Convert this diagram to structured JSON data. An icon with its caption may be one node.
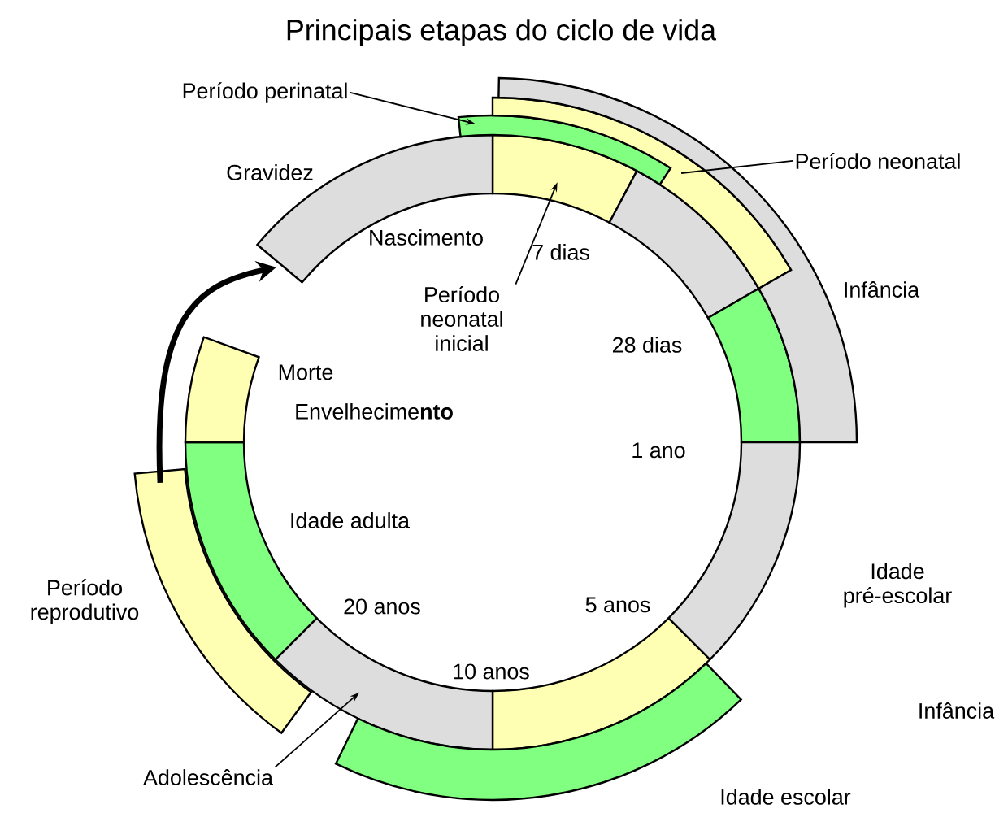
{
  "diagram": {
    "title": "Principais etapas do ciclo de vida",
    "nodes": [
      {
        "text": [],
        "shape": "band"
      },
      {
        "text": [],
        "shape": "band"
      },
      {
        "text": [],
        "shape": "band"
      },
      {
        "text": [],
        "shape": "band",
        "beside": [
          "Idade pré-escolar"
        ]
      },
      {
        "text": [],
        "shape": "band"
      },
      {
        "text": [],
        "shape": "band"
      },
      {
        "text": [],
        "shape": "band",
        "beside": [
          "Idade adulta"
        ]
      },
      {
        "text": [],
        "shape": "band"
      },
      {
        "text": [],
        "shape": "band",
        "beside": [
          "Gravidez"
        ]
      },
      {
        "text": [],
        "shape": "band"
      },
      {
        "text": [],
        "shape": "band"
      },
      {
        "text": [],
        "shape": "band",
        "beside": [
          "Infância"
        ]
      },
      {
        "text": [],
        "shape": "band",
        "beside": [
          "Idade escolar"
        ]
      },
      {
        "text": [],
        "shape": "band",
        "beside": [
          "Período reprodutivo"
        ]
      },
      {
        "text": [
          "Período perinatal"
        ]
      },
      {
        "text": [
          "Período neonatal"
        ]
      },
      {
        "text": [
          "Período neonatal inicial"
        ]
      },
      {
        "text": [
          "Adolescência"
        ]
      }
    ],
    "edges": [
      {
        "from": 13,
        "to": 8,
        "arrow": "to",
        "style": "thick"
      },
      {
        "from": 14,
        "to": 9,
        "arrow": "to"
      },
      {
        "from": 15,
        "to": 10,
        "arrow": "none"
      },
      {
        "from": 16,
        "to": 0,
        "arrow": "to"
      },
      {
        "from": 17,
        "to": 5,
        "arrow": "to"
      }
    ],
    "labels": [
      "Nascimento",
      "7 dias",
      "28 dias",
      "1 ano",
      "Morte",
      "Envelhecime**nto**",
      "5 anos",
      "20 anos",
      "10 anos",
      "Infância"
    ]
  }
}
